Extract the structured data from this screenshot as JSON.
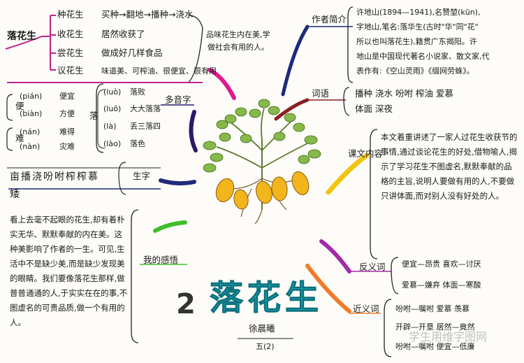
{
  "center": {
    "lesson_number": "2",
    "title": "落花生",
    "signature": "徐晨曦",
    "class_label": "五(2)"
  },
  "left_top": {
    "root_label": "落花生",
    "items": [
      {
        "label": "种花生",
        "detail": "买种→翻地→播种→浇水"
      },
      {
        "label": "收花生",
        "detail": "居然收获了"
      },
      {
        "label": "尝花生",
        "detail": "做成好几样食品"
      },
      {
        "label": "议花生",
        "detail": "味道美、可榨油、很便宜、很有用"
      }
    ],
    "summary_line1": "品味花生内在美,学",
    "summary_line2": "做社会有用的人。"
  },
  "polyphones": {
    "label": "多音字",
    "bian": {
      "char": "便",
      "readings": [
        {
          "pinyin": "(pián)",
          "word": "便宜"
        },
        {
          "pinyin": "(biàn)",
          "word": "方便"
        }
      ]
    },
    "nan": {
      "char": "难",
      "readings": [
        {
          "pinyin": "(nán)",
          "word": "难得"
        },
        {
          "pinyin": "(nàn)",
          "word": "灾难"
        }
      ]
    },
    "luo": {
      "char": "落",
      "readings": [
        {
          "pinyin": "(luò)",
          "word": "落败"
        },
        {
          "pinyin": "(luō)",
          "word": "大大落落"
        },
        {
          "pinyin": "(là)",
          "word": "丢三落四"
        },
        {
          "pinyin": "(lào)",
          "word": "落色"
        }
      ]
    }
  },
  "new_chars": {
    "label": "生字",
    "line1": "亩播浇吩咐榨榨慕",
    "line2": "矮"
  },
  "reflection": {
    "label": "我的感悟",
    "text": "看上去毫不起眼的花生,却有着朴实无华、默默奉献的内在美。这种美影响了作者的一生。可见,生活中不是缺少美,而是缺少发现美的眼睛。我们要像落花生那样,做普普通通的人,于实实在在的事,不图虚名的可贵品质,做一个有用的人。"
  },
  "author": {
    "label": "作者简介",
    "lines": [
      "许地山(1894—1941),名赞堃(kūn),",
      "字地山,笔名:落华生(古时\"华\"同\"花\"",
      "所以也叫落花生),籍贯广东揭阳。许",
      "地山是中国现代著名小说家、散文家,代",
      "表作有:《空山灵雨》《缀网劳蛛》。"
    ]
  },
  "vocab": {
    "label": "词语",
    "line1": "播种  浇水  吩咐  榨油  爱慕",
    "line2": "体面  深夜"
  },
  "content": {
    "label": "课文内容",
    "text": "本文着重讲述了一家人过花生收获节的事情,通过谈论花生的好处,借物喻人,揭示了学习花生不图虚名,默默奉献的品格的主旨,说明人要做有用的人,不要做只讲体面,而对别人没有好处的人。"
  },
  "antonyms": {
    "label": "反义词",
    "line1": "便宜—昂贵   喜欢—讨厌",
    "line2": "爱慕—嫌弃   体面—寒酸"
  },
  "synonyms": {
    "label": "近义词",
    "line1": "吩咐—嘱咐     爱慕  羡慕",
    "line2": "开辟—开垦    居然—竟然",
    "line3": "吩咐—嘱咐   便宜—低廉"
  },
  "watermark": "学生用维字图网"
}
